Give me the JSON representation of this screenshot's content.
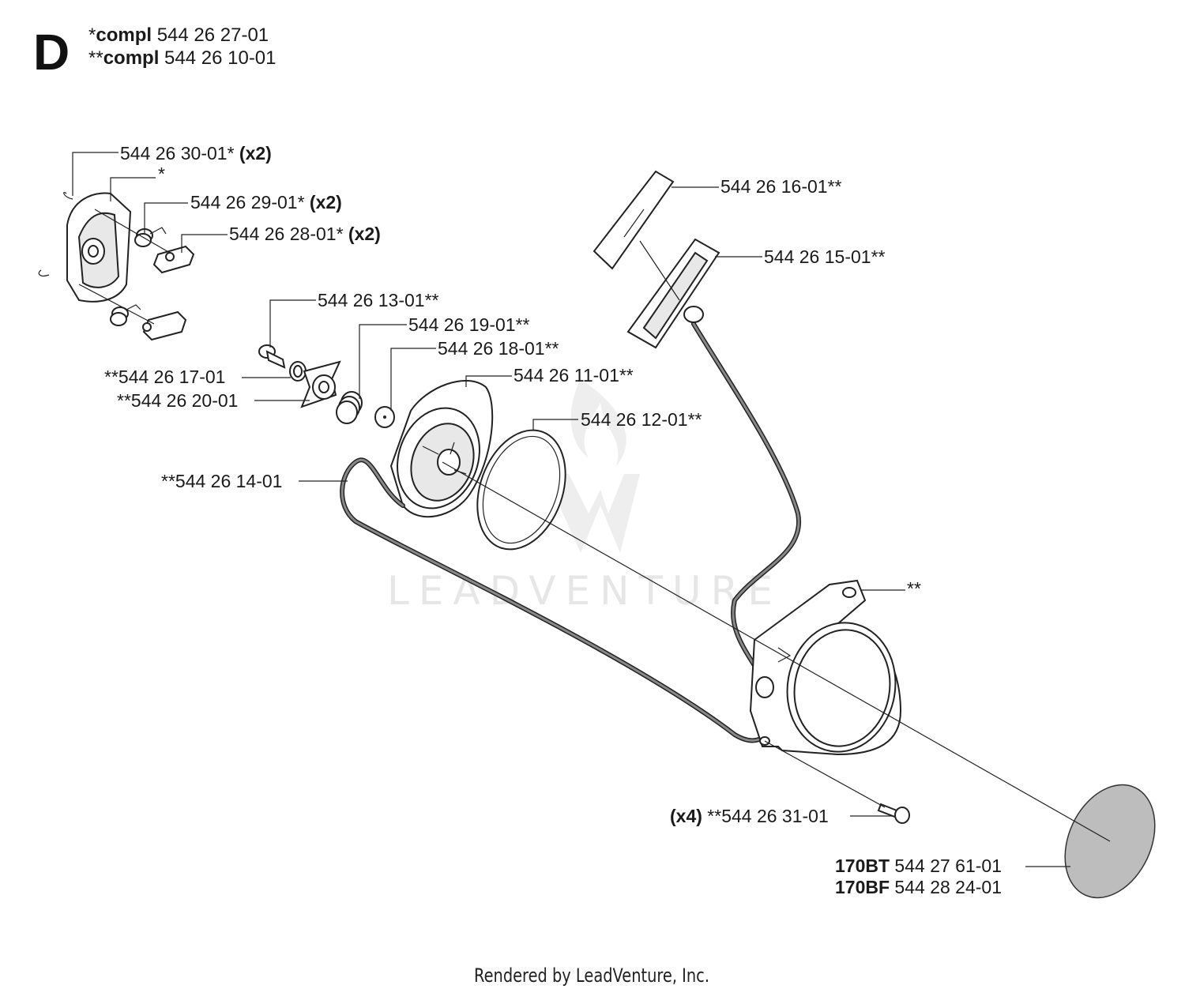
{
  "section": {
    "letter": "D"
  },
  "header": {
    "line1": {
      "prefix": "*",
      "word": "compl",
      "number": " 544 26 27-01"
    },
    "line2": {
      "prefix": "**",
      "word": "compl",
      "number": " 544 26 10-01"
    }
  },
  "labels": {
    "p3001": {
      "text": "544 26 30-01*",
      "qty": " (x2)"
    },
    "star": {
      "text": "*"
    },
    "p2901": {
      "text": "544 26 29-01*",
      "qty": " (x2)"
    },
    "p2801": {
      "text": "544 26 28-01*",
      "qty": " (x2)"
    },
    "p1601": {
      "text": "544 26 16-01**"
    },
    "p1501": {
      "text": "544 26 15-01**"
    },
    "p1301": {
      "text": "544 26 13-01**"
    },
    "p1901": {
      "text": "544 26 19-01**"
    },
    "p1801": {
      "text": "544 26 18-01**"
    },
    "p1701": {
      "text": "**544 26 17-01"
    },
    "p1101": {
      "text": "544 26 11-01**"
    },
    "p2001": {
      "text": "**544 26 20-01"
    },
    "p1201": {
      "text": "544 26 12-01**"
    },
    "p1401": {
      "text": "**544 26 14-01"
    },
    "housing": {
      "text": "**"
    },
    "p3101": {
      "qty": "(x4)",
      "text": " **544 26 31-01"
    },
    "p2761": {
      "model": "170BT",
      "text": " 544 27 61-01"
    },
    "p2824": {
      "model": "170BF",
      "text": " 544 28 24-01"
    }
  },
  "watermark": {
    "text": "LEADVENTURE"
  },
  "footer": {
    "text": "Rendered by LeadVenture, Inc."
  }
}
